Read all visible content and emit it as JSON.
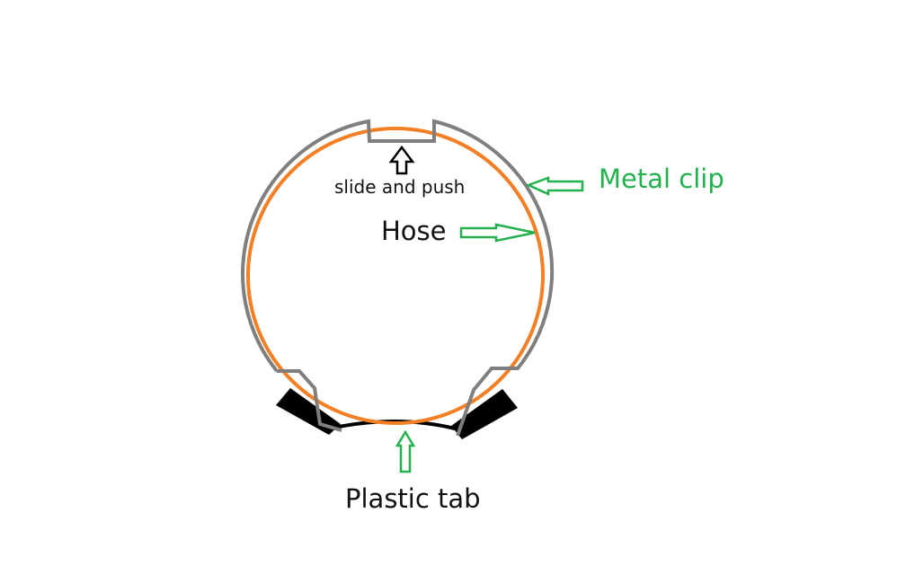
{
  "labels": {
    "slide": "slide and push",
    "hose": "Hose",
    "clip": "Metal clip",
    "tab": "Plastic tab"
  },
  "colors": {
    "hose": "#f47f24",
    "clip": "#7f7f7f",
    "tab": "#000000",
    "arrow_black": "#000000",
    "arrow_green": "#22b14c",
    "background": "#ffffff"
  }
}
